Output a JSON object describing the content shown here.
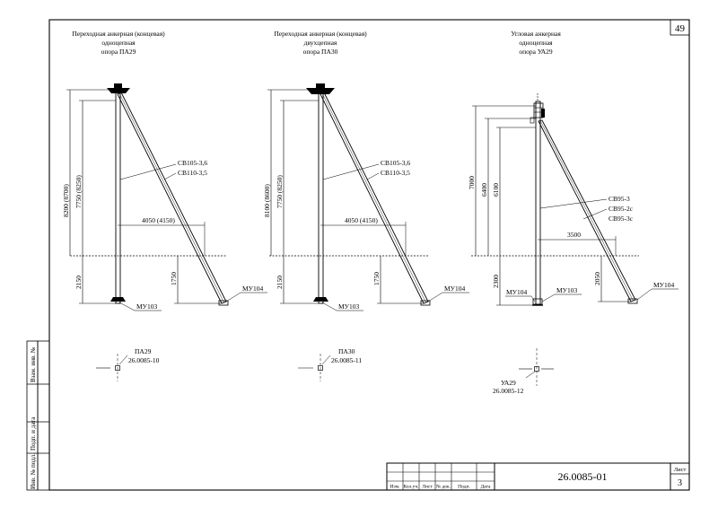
{
  "sheet_number_top": "49",
  "document_code": "26.0085-01",
  "sheet_label": "Лист",
  "sheet_value": "3",
  "side_stamp": {
    "inv_no_orig": "Инв. № подл.",
    "sign_date": "Подп. и дата",
    "replaces_inv": "Взам. инв. №"
  },
  "title_block_headers": [
    "Изм.",
    "Кол.уч.",
    "Лист",
    "№ док.",
    "Подп.",
    "Дата"
  ],
  "supports": [
    {
      "title_lines": [
        "Переходная анкерная (концевая)",
        "одноцепная",
        "опора ПА29"
      ],
      "dim_total": "8200 (8700)",
      "dim_inner": "7750 (8250)",
      "dim_below": "2150",
      "dim_brace_below": "1750",
      "dim_horizontal": "4050 (4150)",
      "parts": [
        "СВ105-3,6",
        "СВ110-3,5"
      ],
      "anchor_pole": "МУ103",
      "anchor_brace": "МУ104",
      "plan_code": "ПА29",
      "plan_doc": "26.0085-10"
    },
    {
      "title_lines": [
        "Переходная анкерная (концевая)",
        "двухцепная",
        "опора ПА30"
      ],
      "dim_total": "8100 (8600)",
      "dim_inner": "7750 (8250)",
      "dim_below": "2150",
      "dim_brace_below": "1750",
      "dim_horizontal": "4050 (4150)",
      "parts": [
        "СВ105-3,6",
        "СВ110-3,5"
      ],
      "anchor_pole": "МУ103",
      "anchor_brace": "МУ104",
      "plan_code": "ПА30",
      "plan_doc": "26.0085-11"
    },
    {
      "title_lines": [
        "Угловая анкерная",
        "одноцепная",
        "опора УА29"
      ],
      "dim_total": "7000",
      "dim_mid": "6400",
      "dim_inner": "6100",
      "dim_below": "2300",
      "dim_brace_below": "2050",
      "dim_horizontal": "3500",
      "parts": [
        "СВ95-3",
        "СВ95-2с",
        "СВ95-3с"
      ],
      "anchor_pole_left": "МУ104",
      "anchor_pole": "МУ103",
      "anchor_brace": "МУ104",
      "plan_code": "УА29",
      "plan_doc": "26.0085-12"
    }
  ]
}
